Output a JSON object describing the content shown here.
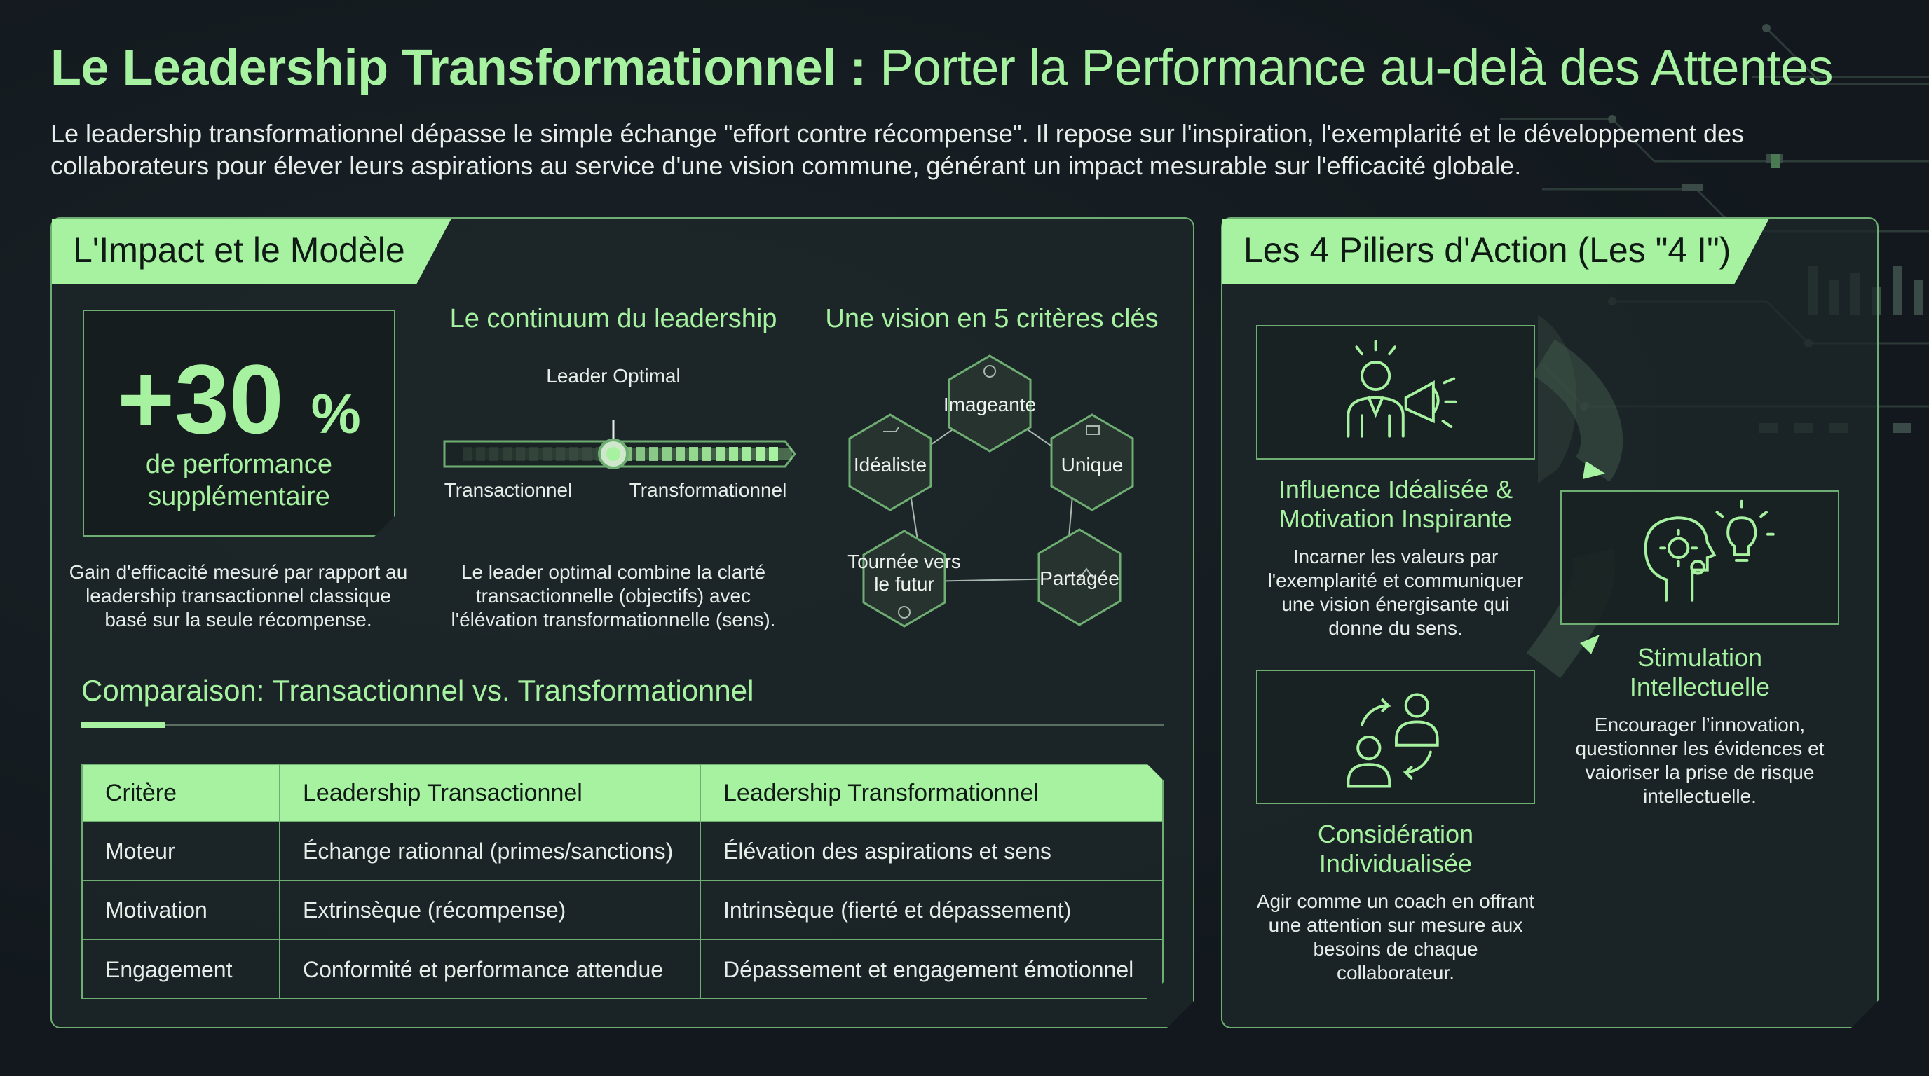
{
  "header": {
    "title_main": "Le Leadership Transformationnel :",
    "title_sub": "Porter la Performance au-delà des Attentes",
    "intro": "Le leadership transformationnel dépasse le simple échange \"effort contre récompense\". Il repose sur l'inspiration, l'exemplarité et le développement des collaborateurs pour élever leurs aspirations au service d'une vision commune, générant un impact mesurable sur l'efficacité globale."
  },
  "left_panel": {
    "tab": "L'Impact et le Modèle",
    "stat": {
      "value": "+30",
      "unit": "%",
      "label": "de performance supplémentaire",
      "caption": "Gain d'efficacité mesuré par rapport au leadership transactionnel classique basé sur la seule récompense."
    },
    "continuum": {
      "title": "Le continuum du leadership",
      "marker_label": "Leader Optimal",
      "left_label": "Transactionnel",
      "right_label": "Transformationnel",
      "caption": "Le leader optimal combine la clarté transactionnelle (objectifs) avec l'élévation transformationnelle (sens)."
    },
    "vision": {
      "title": "Une vision en 5 critères clés",
      "criteria": [
        "Imageante",
        "Unique",
        "Partagée",
        "Tournée vers le futur",
        "Idéaliste"
      ]
    },
    "comparison": {
      "title": "Comparaison: Transactionnel vs. Transformationnel",
      "headers": [
        "Critère",
        "Leadership Transactionnel",
        "Leadership Transformationnel"
      ],
      "rows": [
        [
          "Moteur",
          "Échange rationnal (primes/sanctions)",
          "Élévation des aspirations et sens"
        ],
        [
          "Motivation",
          "Extrinsèque (récompense)",
          "Intrinsèque (fierté et dépassement)"
        ],
        [
          "Engagement",
          "Conformité et performance attendue",
          "Dépassement et engagement émotionnel"
        ]
      ]
    }
  },
  "right_panel": {
    "tab": "Les 4 Piliers d'Action (Les \"4 I\")",
    "pillars": [
      {
        "icon": "leader-megaphone-icon",
        "title": "Influence Idéalisée & Motivation Inspirante",
        "text": "Incarner les valeurs par l'exemplarité et communiquer une vision énergisante qui donne du sens."
      },
      {
        "icon": "head-gears-lightbulb-icon",
        "title": "Stimulation Intellectuelle",
        "text": "Encourager l’innovation, questionner les évidences et vaioriser la prise de risque intellectuelle."
      },
      {
        "icon": "coaching-people-icon",
        "title": "Considération Individualisée",
        "text": "Agir comme un coach en offrant une attention sur mesure aux besoins de chaque collaborateur."
      }
    ]
  },
  "colors": {
    "accent": "#a6f2a0",
    "border": "#6fae72",
    "background": "#141b20"
  }
}
